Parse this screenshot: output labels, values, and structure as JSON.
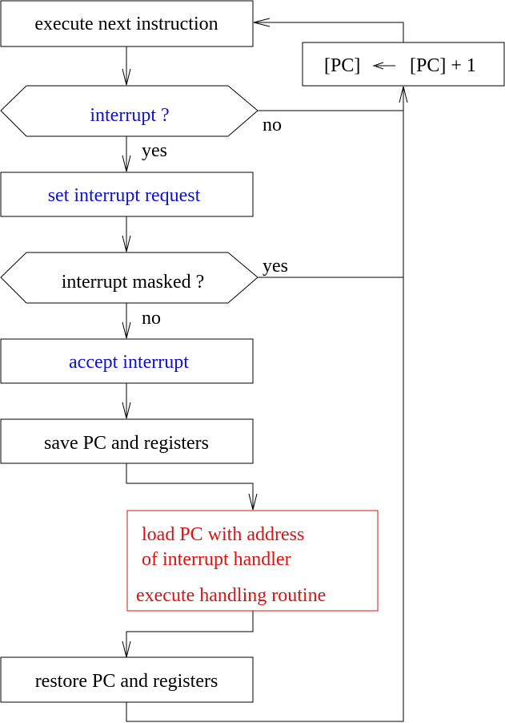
{
  "colors": {
    "stroke": "#000000",
    "text_default": "#000000",
    "text_blue": "#1010d0",
    "text_red": "#e01010",
    "red_box_border": "#e01010"
  },
  "nodes": {
    "execute_next": "execute next instruction",
    "pc_increment_left": "[PC]",
    "pc_increment_right": "[PC] + 1",
    "interrupt_check": "interrupt ?",
    "set_request": "set interrupt request",
    "masked_check": "interrupt masked ?",
    "accept": "accept interrupt",
    "save": "save PC and registers",
    "handler_line1": "load PC with address",
    "handler_line2": "of interrupt handler",
    "handler_line3": "execute handling routine",
    "restore": "restore PC and registers"
  },
  "edge_labels": {
    "interrupt_no": "no",
    "interrupt_yes": "yes",
    "masked_yes": "yes",
    "masked_no": "no"
  }
}
